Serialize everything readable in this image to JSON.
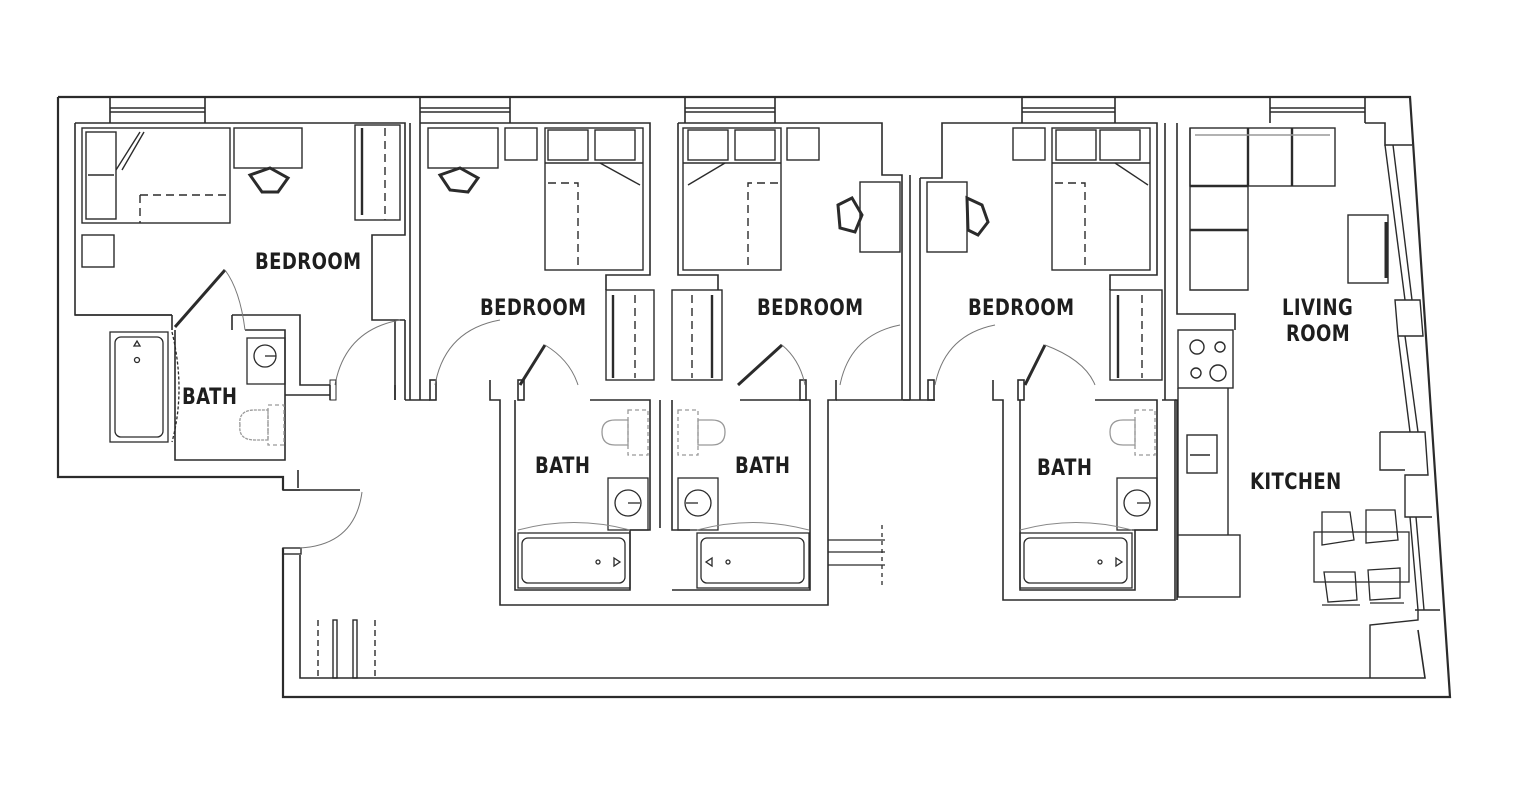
{
  "floor_plan": {
    "rooms": [
      {
        "id": "bedroom-1",
        "label": "BEDROOM"
      },
      {
        "id": "bath-1",
        "label": "BATH"
      },
      {
        "id": "bedroom-2",
        "label": "BEDROOM"
      },
      {
        "id": "bath-2",
        "label": "BATH"
      },
      {
        "id": "bedroom-3",
        "label": "BEDROOM"
      },
      {
        "id": "bath-3",
        "label": "BATH"
      },
      {
        "id": "bedroom-4",
        "label": "BEDROOM"
      },
      {
        "id": "bath-4",
        "label": "BATH"
      },
      {
        "id": "living-room",
        "label_line1": "LIVING",
        "label_line2": "ROOM"
      },
      {
        "id": "kitchen",
        "label": "KITCHEN"
      }
    ],
    "summary": {
      "bedrooms": 4,
      "bathrooms": 4,
      "has_living_room": true,
      "has_kitchen": true
    },
    "colors": {
      "wall": "#2b2b2b",
      "fixture": "#555555",
      "background": "#ffffff"
    }
  }
}
